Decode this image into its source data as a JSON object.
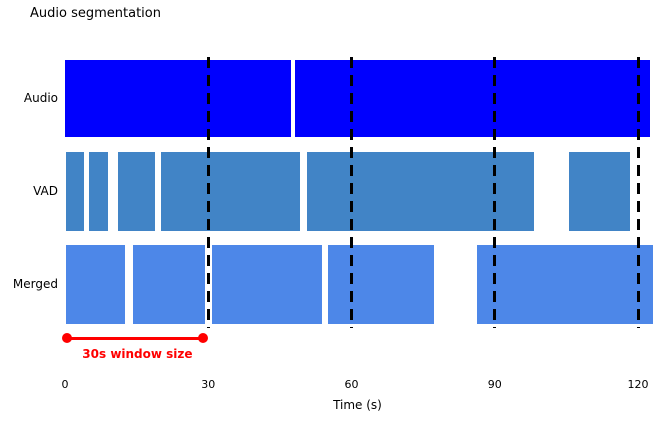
{
  "figure": {
    "title": "Audio segmentation",
    "xlabel": "Time (s)",
    "annotation_label": "30s window size",
    "colors": {
      "audio_bar": "#0000FE",
      "vad_bar": "#4184C6",
      "merged_bar": "#4D87E8",
      "window_line": "#000000",
      "annotation": "#FF0000",
      "text": "#000000",
      "background": "#FFFFFF"
    }
  },
  "chart_data": {
    "type": "bar",
    "subtype": "horizontal-timeline-gantt",
    "title": "Audio segmentation",
    "xlabel": "Time (s)",
    "xlim": [
      0,
      125
    ],
    "x_ticks": [
      0,
      30,
      60,
      90,
      120
    ],
    "grid": "vertical-dashed-window-boundaries",
    "window_boundaries_s": [
      30,
      60,
      90,
      120
    ],
    "rows": [
      {
        "label": "Audio",
        "color": "#0000FE",
        "segments_s": [
          [
            0,
            47.3
          ],
          [
            48.2,
            122.5
          ]
        ]
      },
      {
        "label": "VAD",
        "color": "#4184C6",
        "segments_s": [
          [
            0.2,
            4.0
          ],
          [
            5.0,
            9.0
          ],
          [
            11.1,
            18.8
          ],
          [
            20.1,
            49.2
          ],
          [
            50.7,
            98.2
          ],
          [
            105.5,
            118.3
          ]
        ]
      },
      {
        "label": "Merged",
        "color": "#4D87E8",
        "segments_s": [
          [
            0.2,
            12.6
          ],
          [
            14.2,
            29.3
          ],
          [
            30.8,
            53.8
          ],
          [
            55.1,
            77.3
          ],
          [
            86.3,
            123.1
          ]
        ]
      }
    ],
    "annotation": {
      "label": "30s window size",
      "from_s": 0.5,
      "to_s": 29.0,
      "color": "#FF0000"
    }
  }
}
